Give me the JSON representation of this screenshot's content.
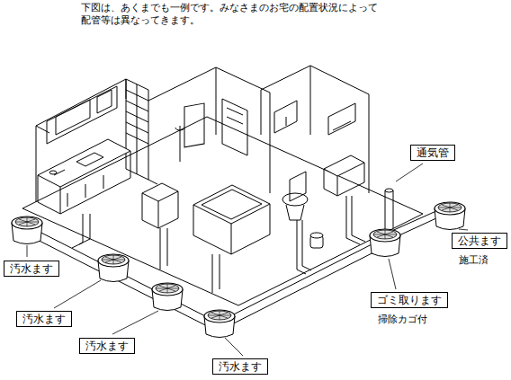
{
  "diagram": {
    "nodes": [
      {
        "text": [
          "通気管"
        ]
      },
      {
        "text": [
          "汚水ます"
        ]
      },
      {
        "text": [
          "汚水ます"
        ]
      },
      {
        "text": [
          "汚水ます"
        ]
      },
      {
        "text": [
          "汚水ます"
        ]
      },
      {
        "text": [
          "ゴミ取ります",
          "掃除カゴ付"
        ]
      },
      {
        "text": [
          "公共ます",
          "施工済"
        ]
      }
    ],
    "labels": [
      "下図は、あくまでも一例です。みなさまのお宅の配置状況によって 配管等は異なってきます。"
    ]
  }
}
